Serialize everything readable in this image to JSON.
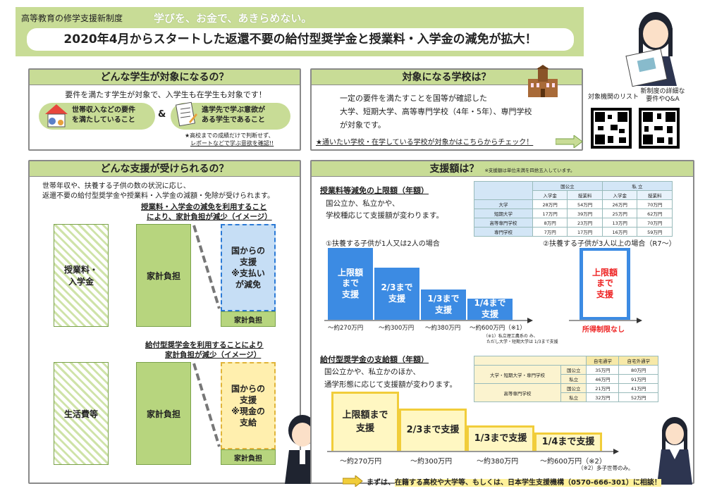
{
  "header": {
    "tag": "高等教育の修学支援新制度",
    "slogan": "学びを、お金で、あきらめない。",
    "title": "2020年4月からスタートした返還不要の給付型奨学金と授業料・入学金の減免が拡大！"
  },
  "qr": {
    "label1": "対象機関のリスト",
    "label2": "新制度の詳細な\n要件やQ&A"
  },
  "students": {
    "title": "どんな学生が対象になるの？",
    "intro": "要件を満たす学生が対象で、入学生も在学生も対象です！",
    "req1": "世帯収入などの要件\nを満たしていること",
    "amp": "&",
    "req2": "進学先で学ぶ意欲が\nある学生であること",
    "note1": "★高校までの成績だけで判断せず、",
    "note2": "レポートなどで学ぶ意欲を確認!!"
  },
  "schools": {
    "title": "対象になる学校は？",
    "l1": "一定の要件を満たすことを国等が確認した",
    "l2": "大学、短期大学、高等専門学校（4年・5年）、専門学校",
    "l3": "が対象です。",
    "check": "★通いたい学校・在学している学校が対象かはこちらからチェック！"
  },
  "support": {
    "title": "どんな支援が受けられるの？",
    "l1": "世帯年収や、扶養する子供の数の状況に応じ、",
    "l2": "返還不要の給付型奨学金や授業料・入学金の減額・免除が受けられます。",
    "img1a": "授業料・入学金の減免を利用すること",
    "img1b": "により、家計負担が減少（イメージ）",
    "fee": "授業料・\n入学金",
    "house": "家計負担",
    "govt1": "国からの\n支援\n※支払い\nが減免",
    "house_small": "家計負担",
    "img2a": "給付型奨学金を利用することにより",
    "img2b": "家計負担が減少（イメージ）",
    "living": "生活費等",
    "govt2": "国からの\n支援\n※現金の\n支給"
  },
  "amount": {
    "title": "支援額は？",
    "note": "※支援額は単位未満を四捨五入しています。",
    "tuition_title": "授業料等減免の上限額（年額）",
    "t1": "国公立か、私立かや、",
    "t2": "学校種応じて支援額が変わります。",
    "case1": "①扶養する子供が1人又は2人の場合",
    "case2": "②扶養する子供が3人以上の場合（R7～）",
    "bars": [
      "上限額\nまで\n支援",
      "2/3まで\n支援",
      "1/3まで\n支援",
      "1/4まで\n支援"
    ],
    "xl": [
      "～約270万円",
      "～約300万円",
      "～約380万円",
      "～約600万円（※1）"
    ],
    "note1a": "（※1）私立理工農系の み、",
    "note1b": "ただし大学・短期大学は 1/3まで支援",
    "red_bar": "上限額\nまで\n支援",
    "no_limit": "所得制限なし",
    "schol_title": "給付型奨学金の支給額（年額）",
    "s1": "国公立かや、私立かのほか、",
    "s2": "通学形態に応じて支援額が変わります。",
    "ybars": [
      "上限額まで\n支援",
      "2/3まで支援",
      "1/3まで支援",
      "1/4まで支援"
    ],
    "yxl": [
      "～約270万円",
      "～約300万円",
      "～約380万円",
      "～約600万円（※2）"
    ],
    "note2": "（※2）多子世帯のみ。"
  },
  "table1": {
    "h1": "国公立",
    "h2": "私 立",
    "sub": [
      "入学金",
      "授業料",
      "入学金",
      "授業料"
    ],
    "rows": [
      [
        "大学",
        "28万円",
        "54万円",
        "26万円",
        "70万円"
      ],
      [
        "短期大学",
        "17万円",
        "39万円",
        "25万円",
        "62万円"
      ],
      [
        "高等専門学校",
        "8万円",
        "23万円",
        "13万円",
        "70万円"
      ],
      [
        "専門学校",
        "7万円",
        "17万円",
        "16万円",
        "59万円"
      ]
    ]
  },
  "table2": {
    "h1": "自宅通学",
    "h2": "自宅外通学",
    "g1": "大学・短期大学・専門学校",
    "g2": "高等専門学校",
    "rows": [
      [
        "国公立",
        "35万円",
        "80万円"
      ],
      [
        "私立",
        "46万円",
        "91万円"
      ],
      [
        "国公立",
        "21万円",
        "41万円"
      ],
      [
        "私立",
        "32万円",
        "52万円"
      ]
    ]
  },
  "footer": {
    "a": "まずは、",
    "b": "在籍する高校や大学等、もしくは、日本学生支援機構（0570-666-301）に相談！"
  },
  "colors": {
    "green": "#c8dc96",
    "blue": "#3c8be3",
    "yellow": "#f1cd3a"
  }
}
